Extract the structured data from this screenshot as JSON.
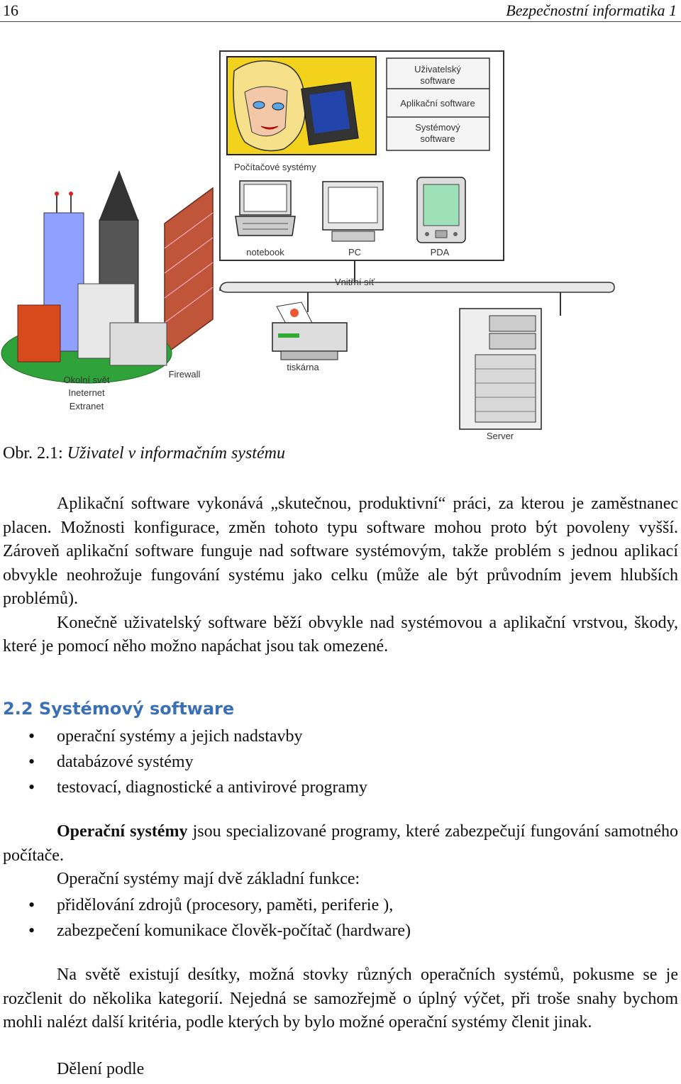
{
  "header": {
    "page_number": "16",
    "running_title": "Bezpečnostní informatika 1"
  },
  "figure": {
    "labels": {
      "user_sw": [
        "Uživatelský",
        "software"
      ],
      "app_sw": "Aplikační software",
      "sys_sw": [
        "Systémový",
        "software"
      ],
      "computer_systems": "Počítačové systémy",
      "notebook": "notebook",
      "pc": "PC",
      "pda": "PDA",
      "internal_net": "Vnitřní síť",
      "printer": "tiskárna",
      "server": "Server",
      "firewall": "Firewall",
      "world": [
        "Okolní svět",
        "Ineternet",
        "Extranet"
      ]
    }
  },
  "caption": {
    "prefix": "Obr. 2.1:",
    "text": " Uživatel v informačním systému"
  },
  "paragraph1": {
    "sentence1": "Aplikační software vykonává „skutečnou, produktivní“ práci, za kterou je zaměstnanec placen.",
    "sentence2": " Možnosti konfigurace, změn tohoto typu software mohou proto být povoleny vyšší.",
    "sentence3": " Zároveň aplikační software funguje nad software systémovým, takže problém s jednou aplikací obvykle neohrožuje fungování systému jako celku",
    "sentence4": " (může ale být průvodním jevem hlubších problémů).",
    "sentence5": "Konečně uživatelský software běží obvykle nad systémovou a aplikační vrstvou, škody, které je pomocí něho možno napáchat jsou tak omezené."
  },
  "section": {
    "heading": "2.2 Systémový software",
    "bullets": [
      "operační systémy a jejich nadstavby",
      "databázové systémy",
      "testovací, diagnostické a antivirové programy"
    ]
  },
  "paragraph2": {
    "bold": "Operační systémy",
    "rest": " jsou specializované programy, které zabezpečují fungování samotného počítače.",
    "line2": "Operační systémy mají dvě základní funkce:",
    "bullets": [
      "přidělování zdrojů (procesory, paměti, periferie ),",
      "zabezpečení komunikace člověk-počítač (hardware)"
    ]
  },
  "paragraph3": {
    "text": "Na světě existují desítky, možná stovky různých operačních systémů, pokusme se je rozčlenit do několika kategorií. Nejedná se samozřejmě o úplný výčet, při troše snahy bychom mohli nalézt další kritéria, podle kterých by bylo možné operační systémy členit jinak.",
    "last": "Dělení podle"
  }
}
